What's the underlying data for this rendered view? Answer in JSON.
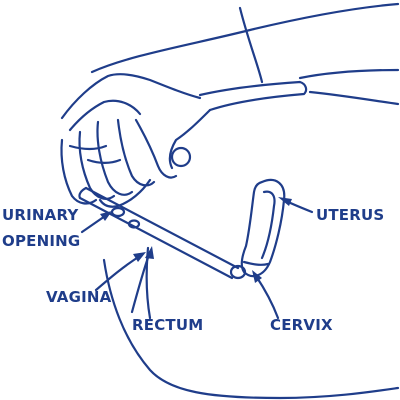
{
  "labels": {
    "urinary_line1": "URINARY",
    "urinary_line2": "OPENING",
    "vagina": "VAGINA",
    "rectum": "RECTUM",
    "uterus": "UTERUS",
    "cervix": "CERVIX"
  },
  "colors": {
    "ink": "#1f3d8a",
    "background": "#ffffff"
  }
}
